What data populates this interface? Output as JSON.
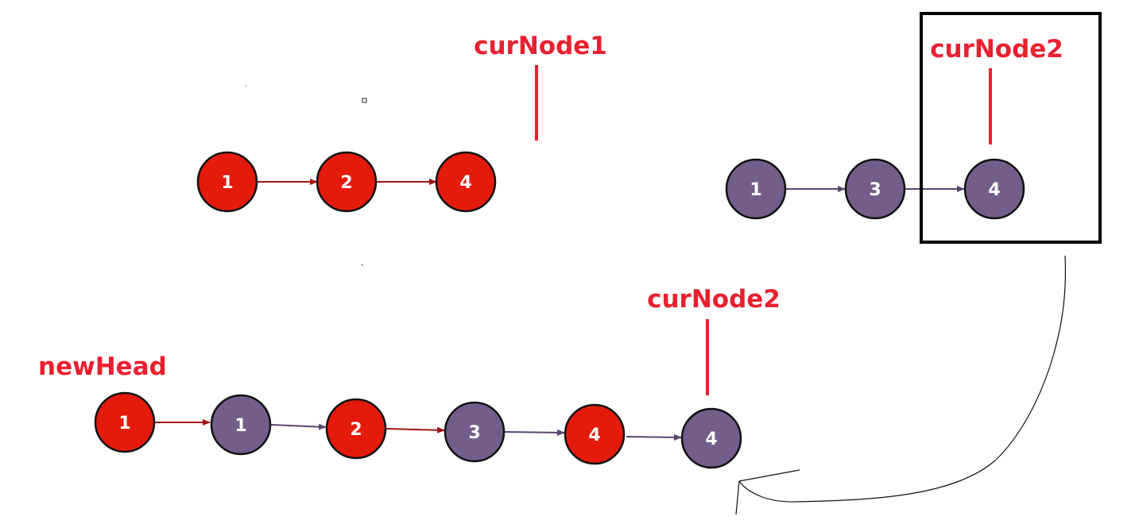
{
  "colors": {
    "list1_node": "#e41a0b",
    "list2_node": "#735d8b",
    "list1_arrow": "#a31313",
    "list2_arrow": "#5a456f",
    "pointer": "#e8202f",
    "node_border": "#111111"
  },
  "list1": {
    "nodes": [
      "1",
      "2",
      "4"
    ]
  },
  "list2": {
    "nodes": [
      "1",
      "3",
      "4"
    ]
  },
  "merged": {
    "nodes": [
      {
        "value": "1",
        "list": "list1"
      },
      {
        "value": "1",
        "list": "list2"
      },
      {
        "value": "2",
        "list": "list1"
      },
      {
        "value": "3",
        "list": "list2"
      },
      {
        "value": "4",
        "list": "list1"
      },
      {
        "value": "4",
        "list": "list2"
      }
    ]
  },
  "labels": {
    "cur_node1": "curNode1",
    "cur_node2_top": "curNode2",
    "cur_node2_bottom": "curNode2",
    "new_head": "newHead"
  }
}
